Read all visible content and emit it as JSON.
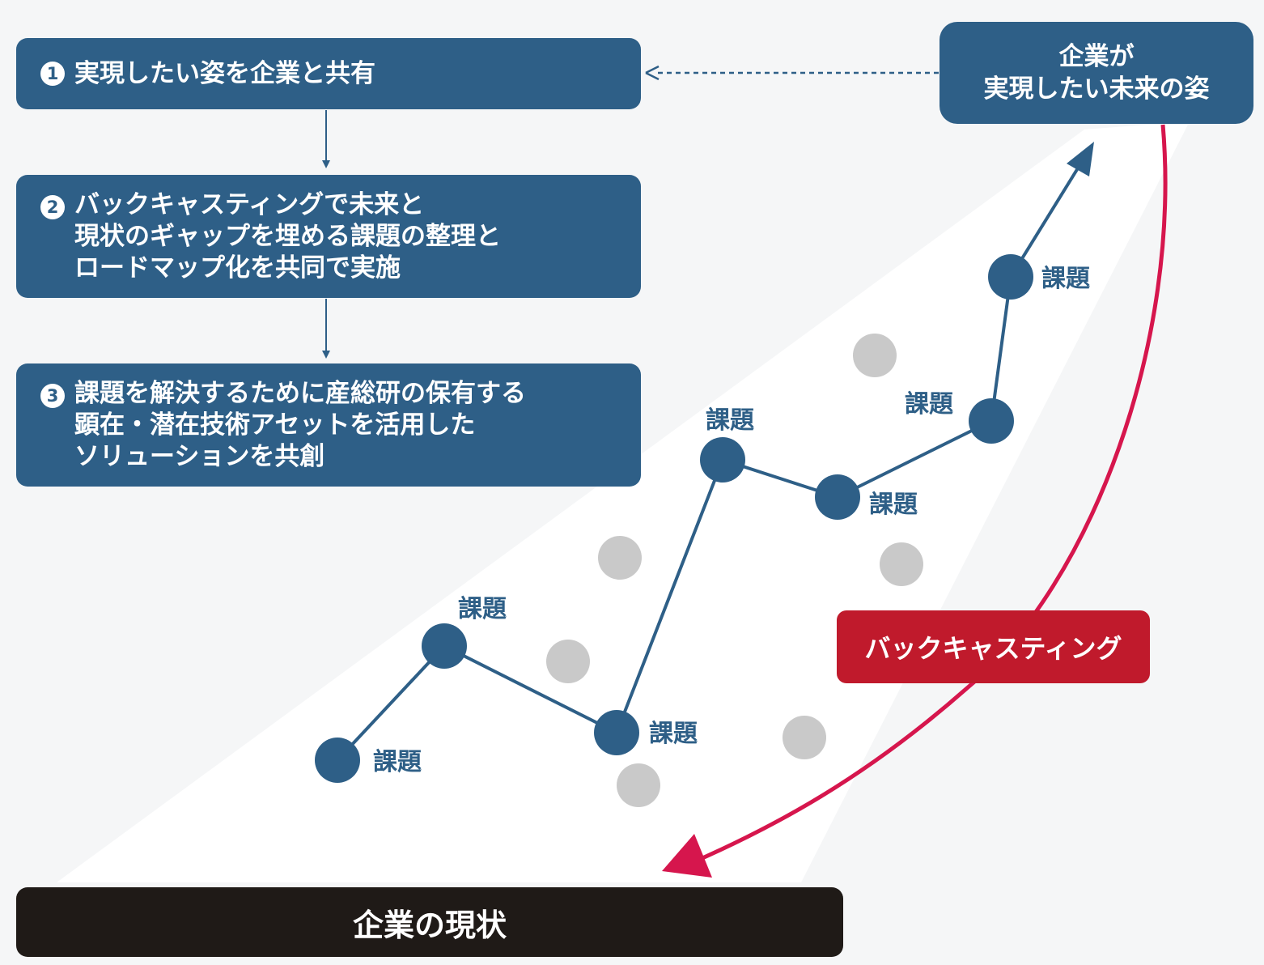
{
  "steps": [
    {
      "num": "1",
      "text": "実現したい姿を企業と共有"
    },
    {
      "num": "2",
      "text": "バックキャスティングで未来と\n現状のギャップを埋める課題の整理と\nロードマップ化を共同で実施"
    },
    {
      "num": "3",
      "text": "課題を解決するために産総研の保有する\n顕在・潜在技術アセットを活用した\nソリューションを共創"
    }
  ],
  "future": {
    "text": "企業が\n実現したい未来の姿"
  },
  "backcasting": {
    "label": "バックキャスティング"
  },
  "current": {
    "label": "企業の現状"
  },
  "issues": [
    {
      "label": "課題"
    },
    {
      "label": "課題"
    },
    {
      "label": "課題"
    },
    {
      "label": "課題"
    },
    {
      "label": "課題"
    },
    {
      "label": "課題"
    },
    {
      "label": "課題"
    }
  ],
  "colors": {
    "blue": "#2e5f87",
    "red": "#c01a2c",
    "arc": "#d6164d",
    "dark": "#1f1a17",
    "gray": "#c9c9c9"
  }
}
